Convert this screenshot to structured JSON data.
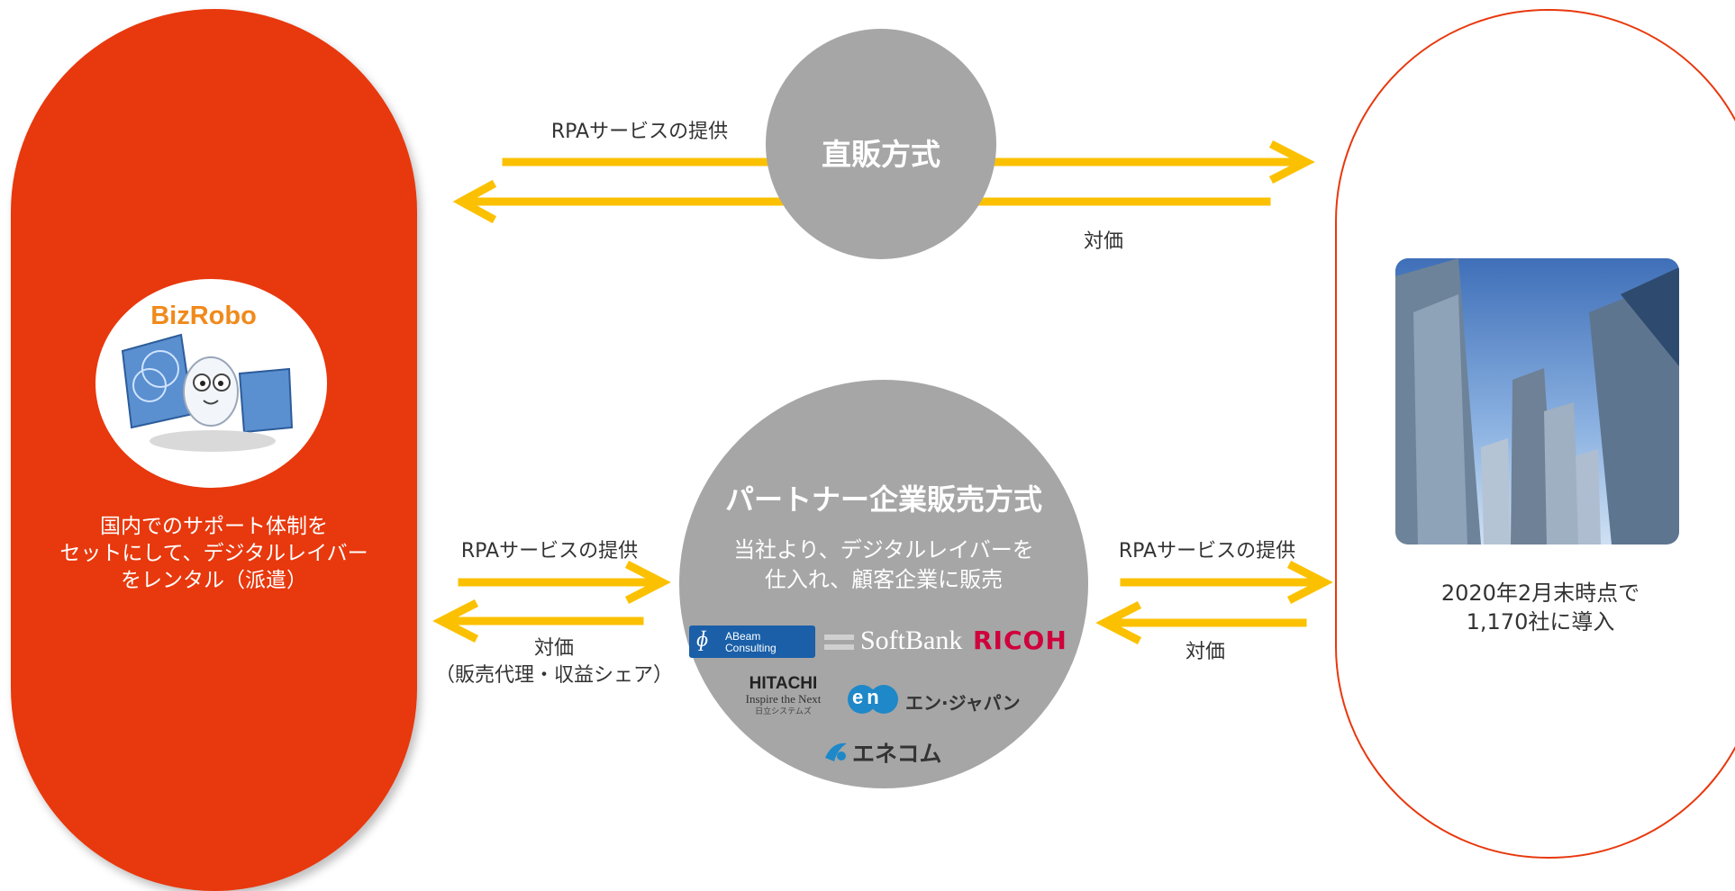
{
  "provider": {
    "logo_text": "BizRobo",
    "description": [
      "国内でのサポート体制を",
      "セットにして、デジタルレイバー",
      "をレンタル（派遣）"
    ]
  },
  "direct_sales": {
    "title": "直販方式",
    "service_label": "RPAサービスの提供",
    "payment_label": "対価"
  },
  "partner_sales": {
    "title": "パートナー企業販売方式",
    "description": [
      "当社より、デジタルレイバーを",
      "仕入れ、顧客企業に販売"
    ],
    "left_service_label": "RPAサービスの提供",
    "left_payment_label": [
      "対価",
      "（販売代理・収益シェア）"
    ],
    "right_service_label": "RPAサービスの提供",
    "right_payment_label": "対価",
    "partner_logos": {
      "abeam": "ABeam Consulting",
      "softbank": "SoftBank",
      "ricoh": "RICOH",
      "hitachi": "HITACHI",
      "hitachi_tagline": "Inspire the Next",
      "hitachi_sub": "日立システムズ",
      "en_japan": "エン·ジャパン",
      "en_mark": "en",
      "enecom": "エネコム"
    }
  },
  "customers": {
    "description": [
      "2020年2月末時点で",
      "1,170社に導入"
    ]
  },
  "colors": {
    "provider_red": "#e8380d",
    "arrow_yellow": "#fbc100",
    "circle_gray": "#a6a6a6"
  }
}
